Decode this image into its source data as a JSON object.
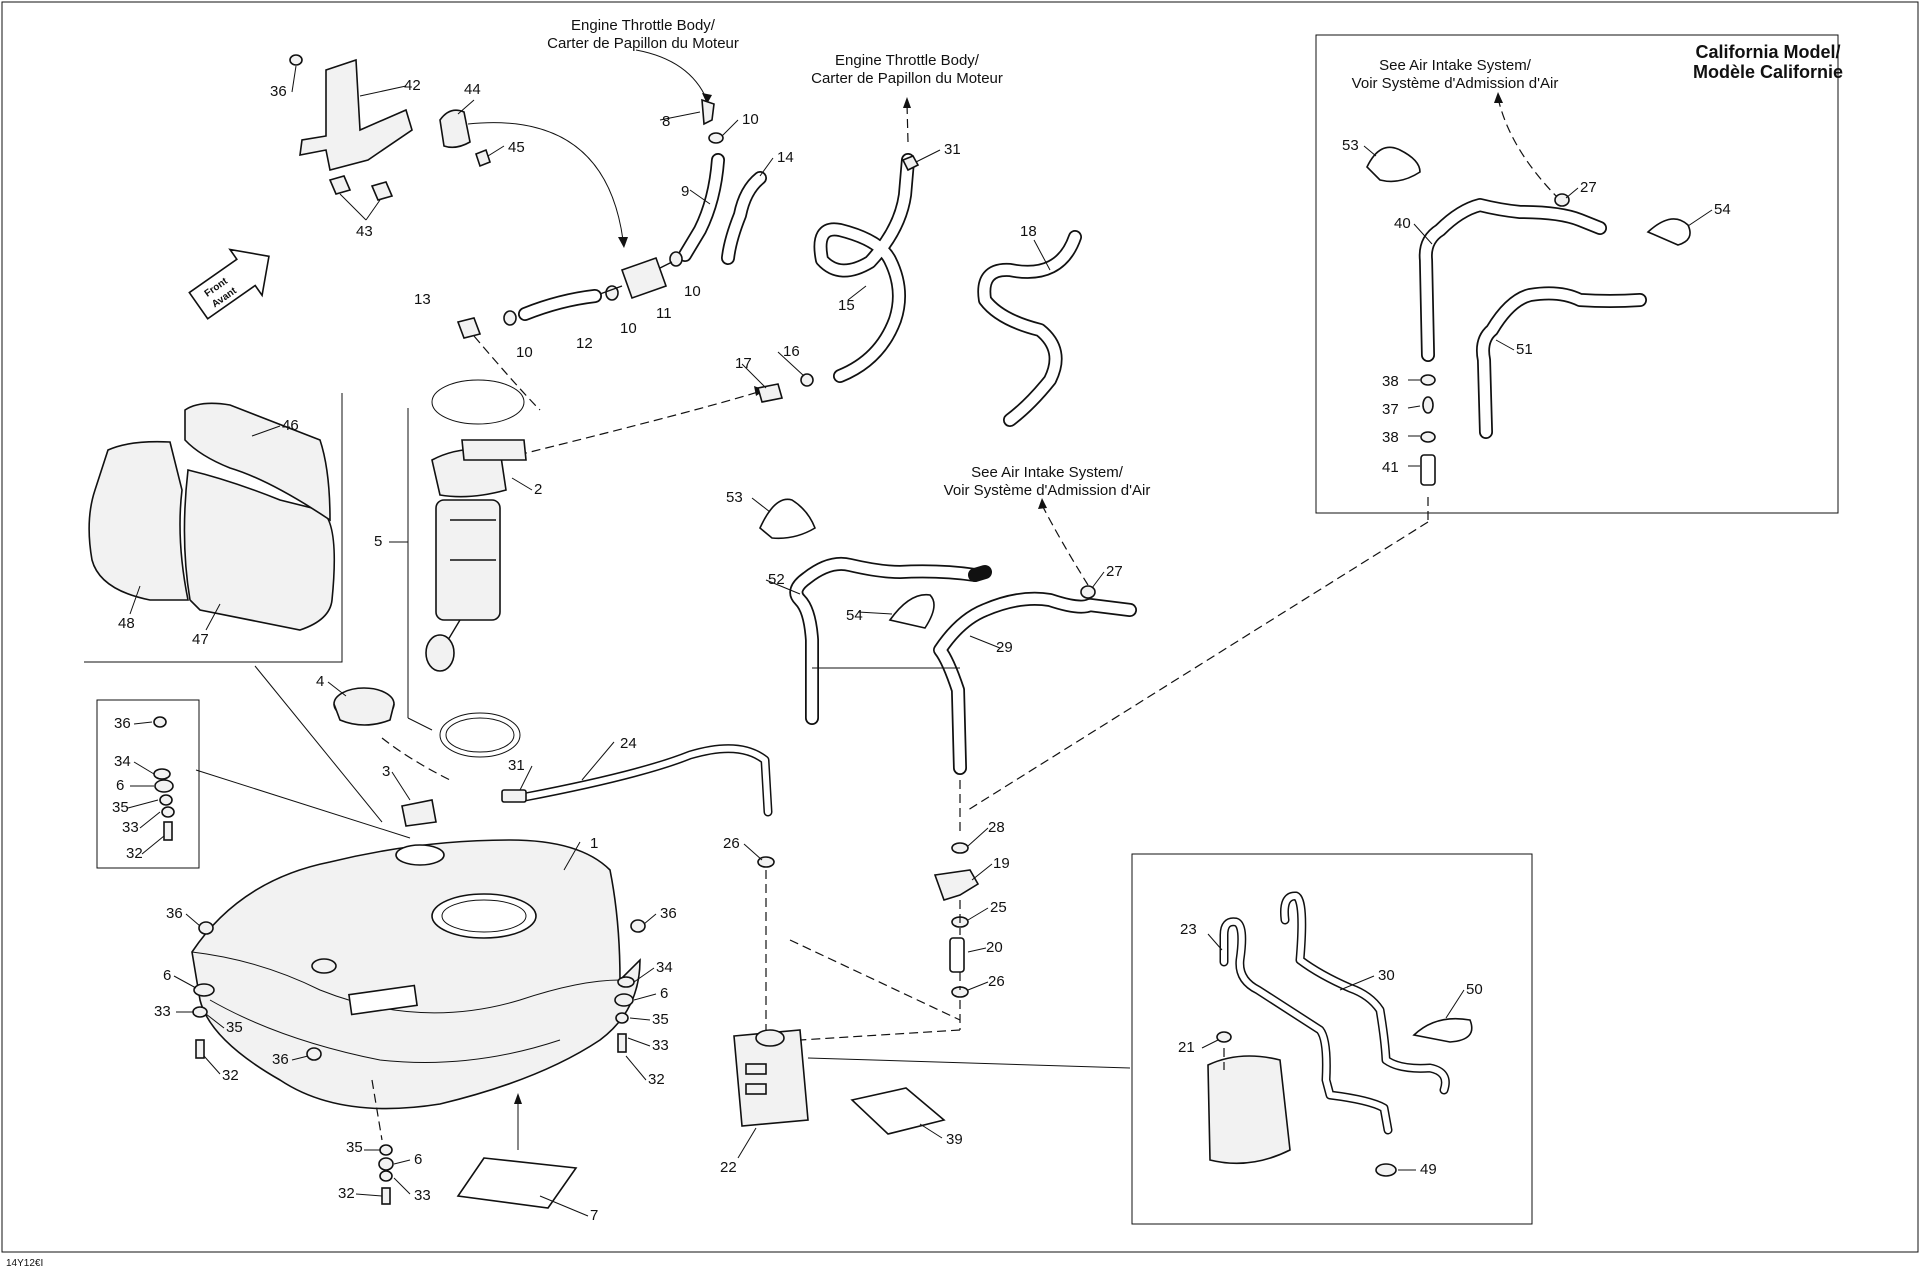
{
  "captions": {
    "throttle_body_1": [
      "Engine Throttle Body/",
      "Carter de Papillon du Moteur"
    ],
    "throttle_body_2": [
      "Engine Throttle Body/",
      "Carter de Papillon du Moteur"
    ],
    "air_intake_1": [
      "See Air Intake System/",
      "Voir Système d'Admission d'Air"
    ],
    "air_intake_2": [
      "See Air Intake System/",
      "Voir Système d'Admission d'Air"
    ],
    "california": [
      "California Model/",
      "Modèle Californie"
    ],
    "front_arrow": [
      "Front",
      "Avant"
    ],
    "figure_code": "14Y12€I"
  },
  "part_labels": {
    "l1": "1",
    "l2": "2",
    "l3": "3",
    "l4": "4",
    "l5": "5",
    "l6a": "6",
    "l6b": "6",
    "l6c": "6",
    "l6d": "6",
    "l7": "7",
    "l8": "8",
    "l9": "9",
    "l10a": "10",
    "l10b": "10",
    "l10c": "10",
    "l10d": "10",
    "l11": "11",
    "l12": "12",
    "l13": "13",
    "l14": "14",
    "l15": "15",
    "l16": "16",
    "l17": "17",
    "l18": "18",
    "l19": "19",
    "l20": "20",
    "l21": "21",
    "l22": "22",
    "l23": "23",
    "l24": "24",
    "l25": "25",
    "l26a": "26",
    "l26b": "26",
    "l27a": "27",
    "l27b": "27",
    "l28": "28",
    "l29": "29",
    "l30": "30",
    "l31a": "31",
    "l31b": "31",
    "l32a": "32",
    "l32b": "32",
    "l32c": "32",
    "l32d": "32",
    "l33a": "33",
    "l33b": "33",
    "l33c": "33",
    "l33d": "33",
    "l34a": "34",
    "l34b": "34",
    "l35a": "35",
    "l35b": "35",
    "l35c": "35",
    "l35d": "35",
    "l36a": "36",
    "l36b": "36",
    "l36c": "36",
    "l36d": "36",
    "l36e": "36",
    "l37": "37",
    "l38a": "38",
    "l38b": "38",
    "l39": "39",
    "l40": "40",
    "l41": "41",
    "l42": "42",
    "l43": "43",
    "l44": "44",
    "l45": "45",
    "l46": "46",
    "l47": "47",
    "l48": "48",
    "l49": "49",
    "l50": "50",
    "l51": "51",
    "l52": "52",
    "l53a": "53",
    "l53b": "53",
    "l54a": "54",
    "l54b": "54"
  }
}
